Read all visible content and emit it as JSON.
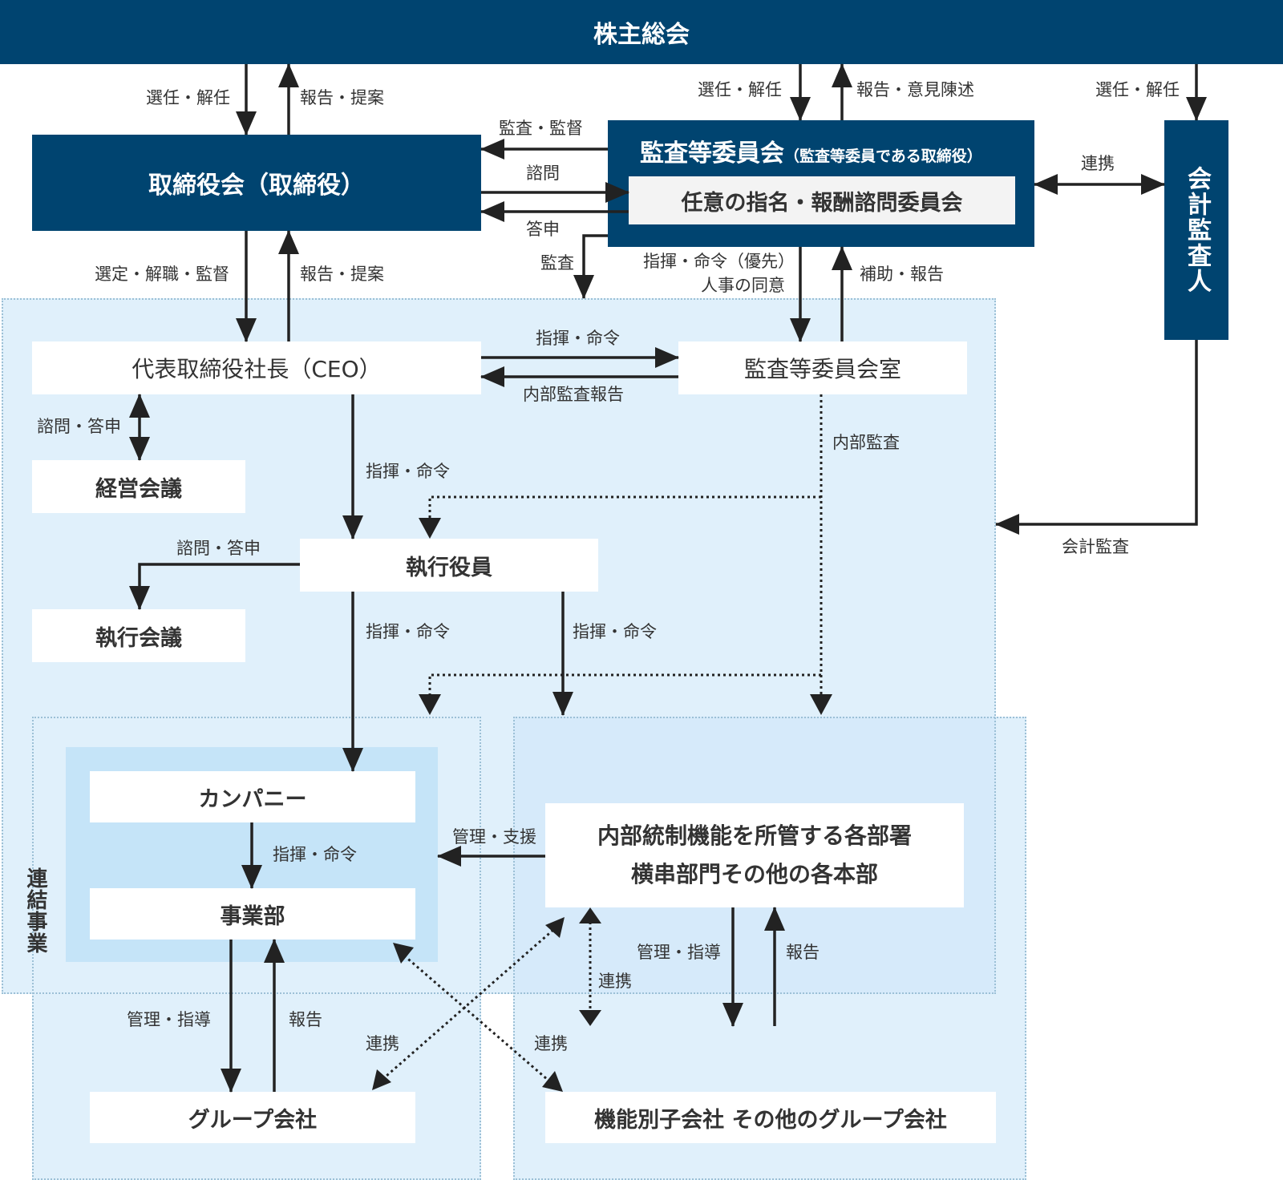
{
  "nodes": {
    "shareholders": "株主総会",
    "board": "取締役会（取締役）",
    "audit_committee": "監査等委員会",
    "audit_committee_sub": "（監査等委員である取締役）",
    "advisory_committee": "任意の指名・報酬諮問委員会",
    "auditor": "会計監査人",
    "ceo": "代表取締役社長（CEO）",
    "audit_office": "監査等委員会室",
    "management_meeting": "経営会議",
    "officers": "執行役員",
    "exec_meeting": "執行会議",
    "company": "カンパニー",
    "division": "事業部",
    "internal_dept_line1": "内部統制機能を所管する各部署",
    "internal_dept_line2": "横串部門その他の各本部",
    "group_companies": "グループ会社",
    "functional_subsidiaries": "機能別子会社 その他のグループ会社",
    "consolidated": "連結事業"
  },
  "labels": {
    "sh_board_down": "選任・解任",
    "sh_board_up": "報告・提案",
    "sh_audit_down": "選任・解任",
    "sh_audit_up": "報告・意見陳述",
    "sh_auditor_down": "選任・解任",
    "audit_supervise": "監査・監督",
    "consult": "諮問",
    "reply": "答申",
    "cooperation_auditor": "連携",
    "audit": "監査",
    "board_ceo_down": "選定・解職・監督",
    "board_ceo_up": "報告・提案",
    "audit_office_down_1": "指揮・命令（優先）",
    "audit_office_down_2": "人事の同意",
    "audit_office_up": "補助・報告",
    "ceo_office_cmd": "指揮・命令",
    "internal_audit_report": "内部監査報告",
    "ceo_meeting": "諮問・答申",
    "internal_audit": "内部監査",
    "ceo_officers_cmd": "指揮・命令",
    "accounting_audit": "会計監査",
    "officers_exec_meeting": "諮問・答申",
    "officers_company_cmd": "指揮・命令",
    "officers_dept_cmd": "指揮・命令",
    "company_division_cmd": "指揮・命令",
    "manage_support": "管理・支援",
    "div_group_manage": "管理・指導",
    "div_group_report": "報告",
    "cross_coop_left": "連携",
    "cross_coop_right": "連携",
    "dept_coop": "連携",
    "dept_sub_manage": "管理・指導",
    "dept_sub_report": "報告"
  },
  "colors": {
    "navy": "#004470",
    "region_outer": "#e0f0fb",
    "region_inner": "#c5e4f8",
    "region_border": "#9cc0d6",
    "arrow": "#222222"
  }
}
